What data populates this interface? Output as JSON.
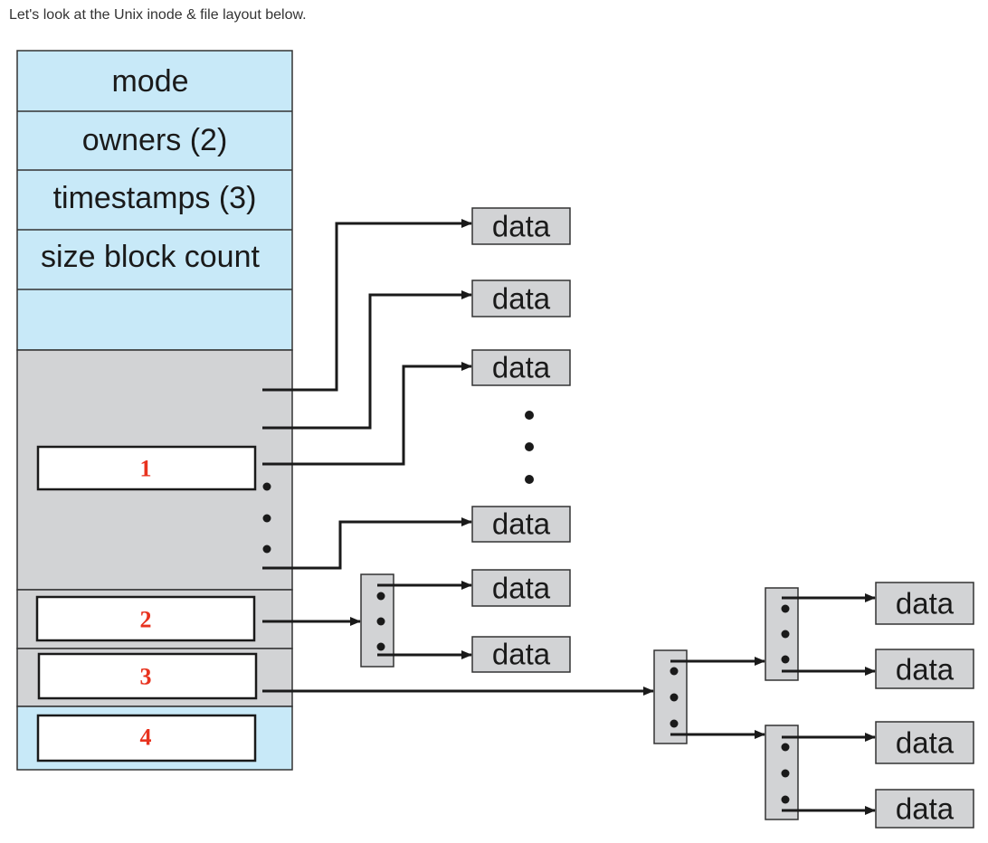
{
  "intro_text": "Let's look at the Unix inode & file layout below.",
  "inode": {
    "fields": [
      "mode",
      "owners (2)",
      "timestamps (3)",
      "size block count",
      ""
    ],
    "pointers": [
      "1",
      "2",
      "3",
      "4"
    ]
  },
  "data_label": "data",
  "colors": {
    "inode_blue": "#c8e9f8",
    "pointer_gray": "#d2d3d5",
    "pointer_number": "#e8321e",
    "line": "#1a1a1a"
  }
}
